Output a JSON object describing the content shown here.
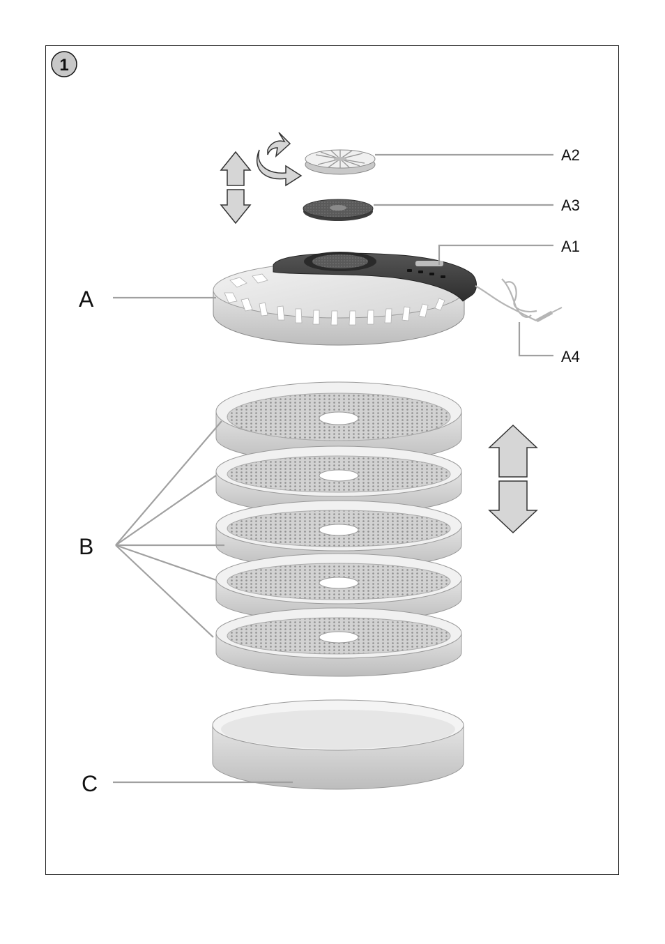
{
  "figure": {
    "number": "1",
    "labels": {
      "A": "A",
      "A1": "A1",
      "A2": "A2",
      "A3": "A3",
      "A4": "A4",
      "B": "B",
      "C": "C"
    }
  }
}
